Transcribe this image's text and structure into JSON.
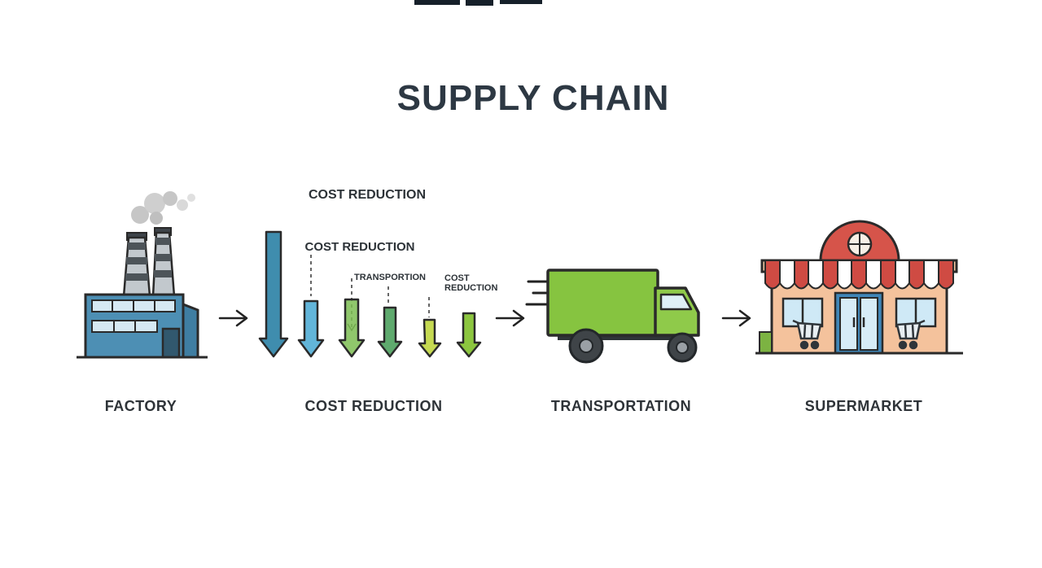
{
  "title": "SUPPLY CHAIN",
  "stage_labels": {
    "factory": "FACTORY",
    "cost_reduction": "COST REDUCTION",
    "transportation": "TRANSPORTATION",
    "supermarket": "SUPERMARKET"
  },
  "annotations": {
    "cost_reduction_top": "COST REDUCTION",
    "cost_reduction_mid": "COST REDUCTION",
    "transportation_small": "TRANSPORTION",
    "cost_small": {
      "line1": "COST",
      "line2": "REDUCTION"
    }
  },
  "colors": {
    "background": "#ffffff",
    "title_text": "#2d3843",
    "label_text": "#2e3338",
    "outline": "#2a2a2a",
    "factory_blue": "#4d8fb4",
    "factory_annex_blue": "#3f7ea2",
    "window_light_blue": "#d6e9f3",
    "smoke_gray": "#c6c6c6",
    "truck_green": "#86c440",
    "cab_green": "#8fca4a",
    "wheel_dark": "#3f4448",
    "supermarket_wall": "#f4c29c",
    "dome_red": "#d6544a",
    "awning_red": "#cf4b43",
    "door_blue": "#3f86b8",
    "bin_green": "#7cb342",
    "gradient_arrows": [
      "#3f8dae",
      "#62b5d9",
      "#7cbd52",
      "#5faa6e",
      "#c6da52",
      "#8cc63f"
    ]
  }
}
